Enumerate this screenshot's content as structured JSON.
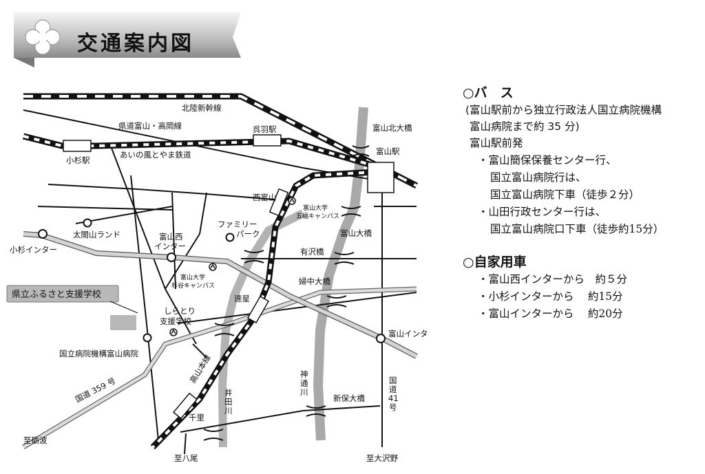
{
  "title": "交通案内図",
  "icons": {
    "title_icon": "clover-icon",
    "school_marker": "filled-square-marker",
    "university_marker": "emblem-icon",
    "station_marker": "open-circle-marker"
  },
  "colors": {
    "rail": "#111111",
    "river": "#aaaaaa",
    "main_road": "#cfcfcf",
    "school_box": "#b8b8b8"
  },
  "map": {
    "labels": {
      "shinkansen": "北陸新幹線",
      "kendo_toyama_takaoka": "県道富山・高岡線",
      "kureha_sta": "呉羽駅",
      "kosugi_sta": "小杉駅",
      "ainokaze": "あいの風とやま鉄道",
      "toyama_kita_ohashi": "富山北大橋",
      "toyama_sta": "富山駅",
      "nishi_toyama": "西富山",
      "univ_gofuku": [
        "富山大学",
        "五福キャンパス"
      ],
      "toyama_ohashi": "富山大橋",
      "taikouyama": "太閤山ランド",
      "toyama_nishi_ic": [
        "富山西",
        "インター"
      ],
      "family_park": [
        "ファミリー",
        "パーク"
      ],
      "ariso_bashi": "有沢橋",
      "kosugi_ic": "小杉インター",
      "univ_sugitani": [
        "富山大学",
        "杉谷キャンパス"
      ],
      "fuchu_ohashi": "婦中大橋",
      "school_name": "県立ふるさと支援学校",
      "hayahoshi": "速星",
      "shiratori": [
        "しらとり",
        "支援学校"
      ],
      "toyama_ic": "富山インター",
      "hospital": "国立病院機構富山病院",
      "takayama_line": "高山本線",
      "jinzu_river": [
        "神",
        "通",
        "川"
      ],
      "kokudo41": [
        "国",
        "道",
        "41",
        "号"
      ],
      "ida_river": [
        "井",
        "田",
        "川"
      ],
      "kokudo359": "国道 359 号",
      "shinpo_ohashi": "新保大橋",
      "senri": "千里",
      "to_tonami": "至砺波",
      "to_yatsuo": "至八尾",
      "to_osawano": "至大沢野"
    }
  },
  "info": {
    "bus_heading": "○バ　ス",
    "bus_sub": [
      "(富山駅前から独立行政法人国立病院機構",
      "富山病院まで約 35 分)"
    ],
    "bus_lines": [
      "富山駅前発",
      "・富山簡保保養センター行、",
      "国立富山病院行は、",
      "国立富山病院下車（徒歩２分）",
      "・山田行政センター行は、",
      "国立富山病院口下車（徒歩約15分）"
    ],
    "car_heading": "○自家用車",
    "car_lines": [
      "・富山西インターから　約５分",
      "・小杉インターから　 約15分",
      "・富山インターから　 約20分"
    ]
  }
}
